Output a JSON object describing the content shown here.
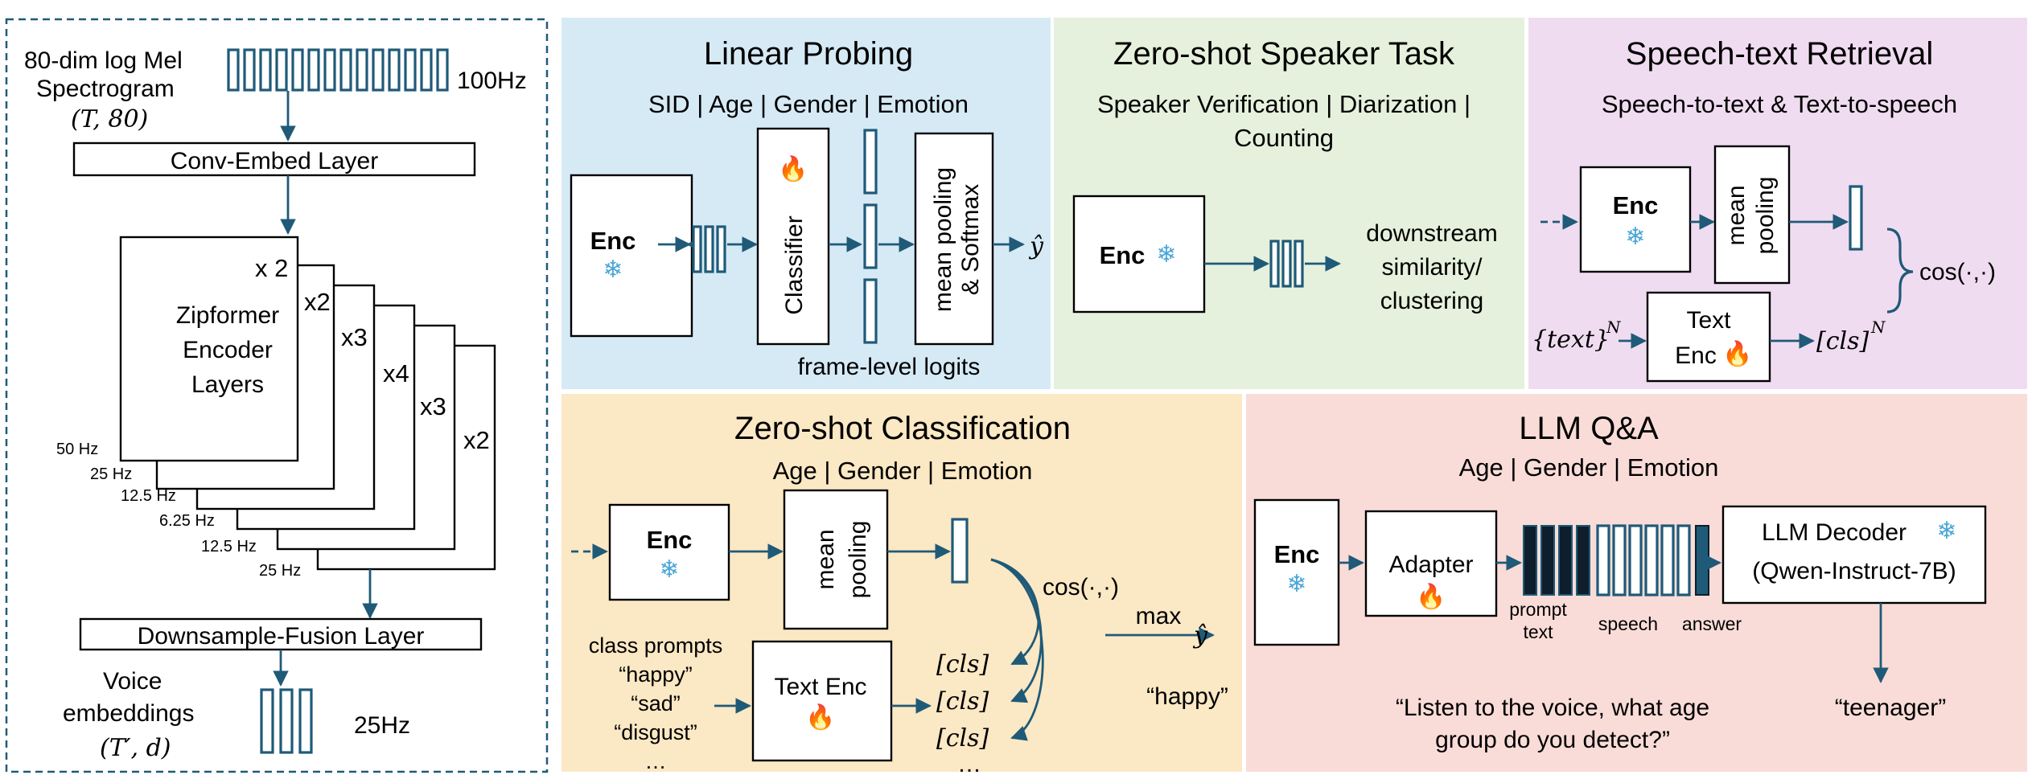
{
  "colors": {
    "linear_bg": "#d6eaf5",
    "speaker_bg": "#e6f1dd",
    "retrieval_bg": "#f0dcf0",
    "classification_bg": "#fbe8c4",
    "llm_bg": "#f9dcd8",
    "accent": "#1f5a78",
    "dark_block": "#0e1e2c"
  },
  "icons": {
    "frozen": "snowflake-icon",
    "trainable": "fire-icon"
  },
  "encoder": {
    "input_line1": "80-dim log Mel",
    "input_line2": "Spectrogram",
    "input_shape": "(T, 80)",
    "input_rate": "100Hz",
    "conv_embed": "Conv-Embed Layer",
    "zipformer_line1": "Zipformer",
    "zipformer_line2": "Encoder",
    "zipformer_line3": "Layers",
    "repeats": [
      "x 2",
      "x2",
      "x3",
      "x4",
      "x3",
      "x2"
    ],
    "rates": [
      "50 Hz",
      "25 Hz",
      "12.5 Hz",
      "6.25 Hz",
      "12.5 Hz",
      "25 Hz"
    ],
    "downsample": "Downsample-Fusion Layer",
    "output_line1": "Voice",
    "output_line2": "embeddings",
    "output_shape": "(T′, d)",
    "output_rate": "25Hz"
  },
  "linear_probing": {
    "title": "Linear Probing",
    "subtitle": "SID | Age | Gender | Emotion",
    "enc": "Enc",
    "classifier": "Classifier",
    "pool_line1": "mean pooling",
    "pool_line2": "& Softmax",
    "frame_logits": "frame-level logits",
    "output": "ŷ"
  },
  "speaker": {
    "title": "Zero-shot Speaker Task",
    "subtitle_line1": "Speaker Verification | Diarization |",
    "subtitle_line2": "Counting",
    "enc": "Enc",
    "down_line1": "downstream",
    "down_line2": "similarity/",
    "down_line3": "clustering"
  },
  "retrieval": {
    "title": "Speech-text Retrieval",
    "subtitle": "Speech-to-text & Text-to-speech",
    "enc": "Enc",
    "pool_line1": "mean",
    "pool_line2": "pooling",
    "text_input": "{text}",
    "text_input_sup": "N",
    "text_enc_line1": "Text",
    "text_enc_line2": "Enc",
    "cls_output": "[cls]",
    "cls_output_sup": "N",
    "cos": "cos(·,·)"
  },
  "classification": {
    "title": "Zero-shot Classification",
    "subtitle": "Age | Gender | Emotion",
    "enc": "Enc",
    "pool_line1": "mean",
    "pool_line2": "pooling",
    "prompts_header": "class prompts",
    "prompts": [
      "“happy”",
      "“sad”",
      "“disgust”",
      "…"
    ],
    "text_enc": "Text Enc",
    "cls": [
      "[cls]",
      "[cls]",
      "[cls]",
      "…"
    ],
    "cos": "cos(·,·)",
    "max": "max",
    "output": "ŷ",
    "result": "“happy”"
  },
  "llm": {
    "title": "LLM Q&A",
    "subtitle": "Age | Gender | Emotion",
    "enc": "Enc",
    "adapter": "Adapter",
    "decoder_line1": "LLM Decoder",
    "decoder_line2": "(Qwen-Instruct-7B)",
    "prompt_label_line1": "prompt",
    "prompt_label_line2": "text",
    "speech_label": "speech",
    "answer_label": "answer",
    "question_line1": "“Listen to the voice, what age",
    "question_line2": "group do you detect?”",
    "answer": "“teenager”"
  }
}
